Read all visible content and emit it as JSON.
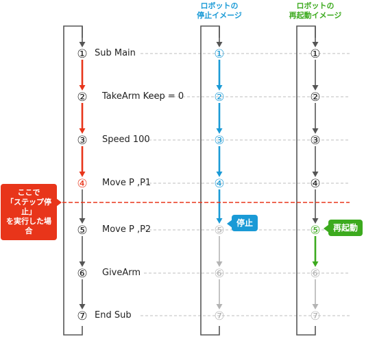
{
  "columns": {
    "robot_stop": {
      "title_line1": "ロボットの",
      "title_line2": "停止イメージ",
      "color": "#1a9ad6"
    },
    "robot_restart": {
      "title_line1": "ロボットの",
      "title_line2": "再起動イメージ",
      "color": "#3caa1e"
    }
  },
  "steps": [
    {
      "num": "①",
      "text": "Sub Main"
    },
    {
      "num": "②",
      "text": "TakeArm Keep = 0"
    },
    {
      "num": "③",
      "text": "Speed 100"
    },
    {
      "num": "④",
      "text": "Move P ,P1"
    },
    {
      "num": "⑤",
      "text": "Move P ,P2"
    },
    {
      "num": "⑥",
      "text": "GiveArm"
    },
    {
      "num": "⑦",
      "text": "End Sub"
    }
  ],
  "callout": {
    "line1": "ここで",
    "line2": "「ステップ停止」",
    "line3": "を実行した場合",
    "color": "#e8351a"
  },
  "stop_badge": {
    "label": "停止",
    "color": "#1a9ad6"
  },
  "restart_badge": {
    "label": "再起動",
    "color": "#3caa1e"
  },
  "colors": {
    "program_flow_executed": "#e8351a",
    "program_flow_pending": "#555555",
    "stopped_disabled": "#b4b4b4",
    "restart_flow": "#3caa1e"
  }
}
